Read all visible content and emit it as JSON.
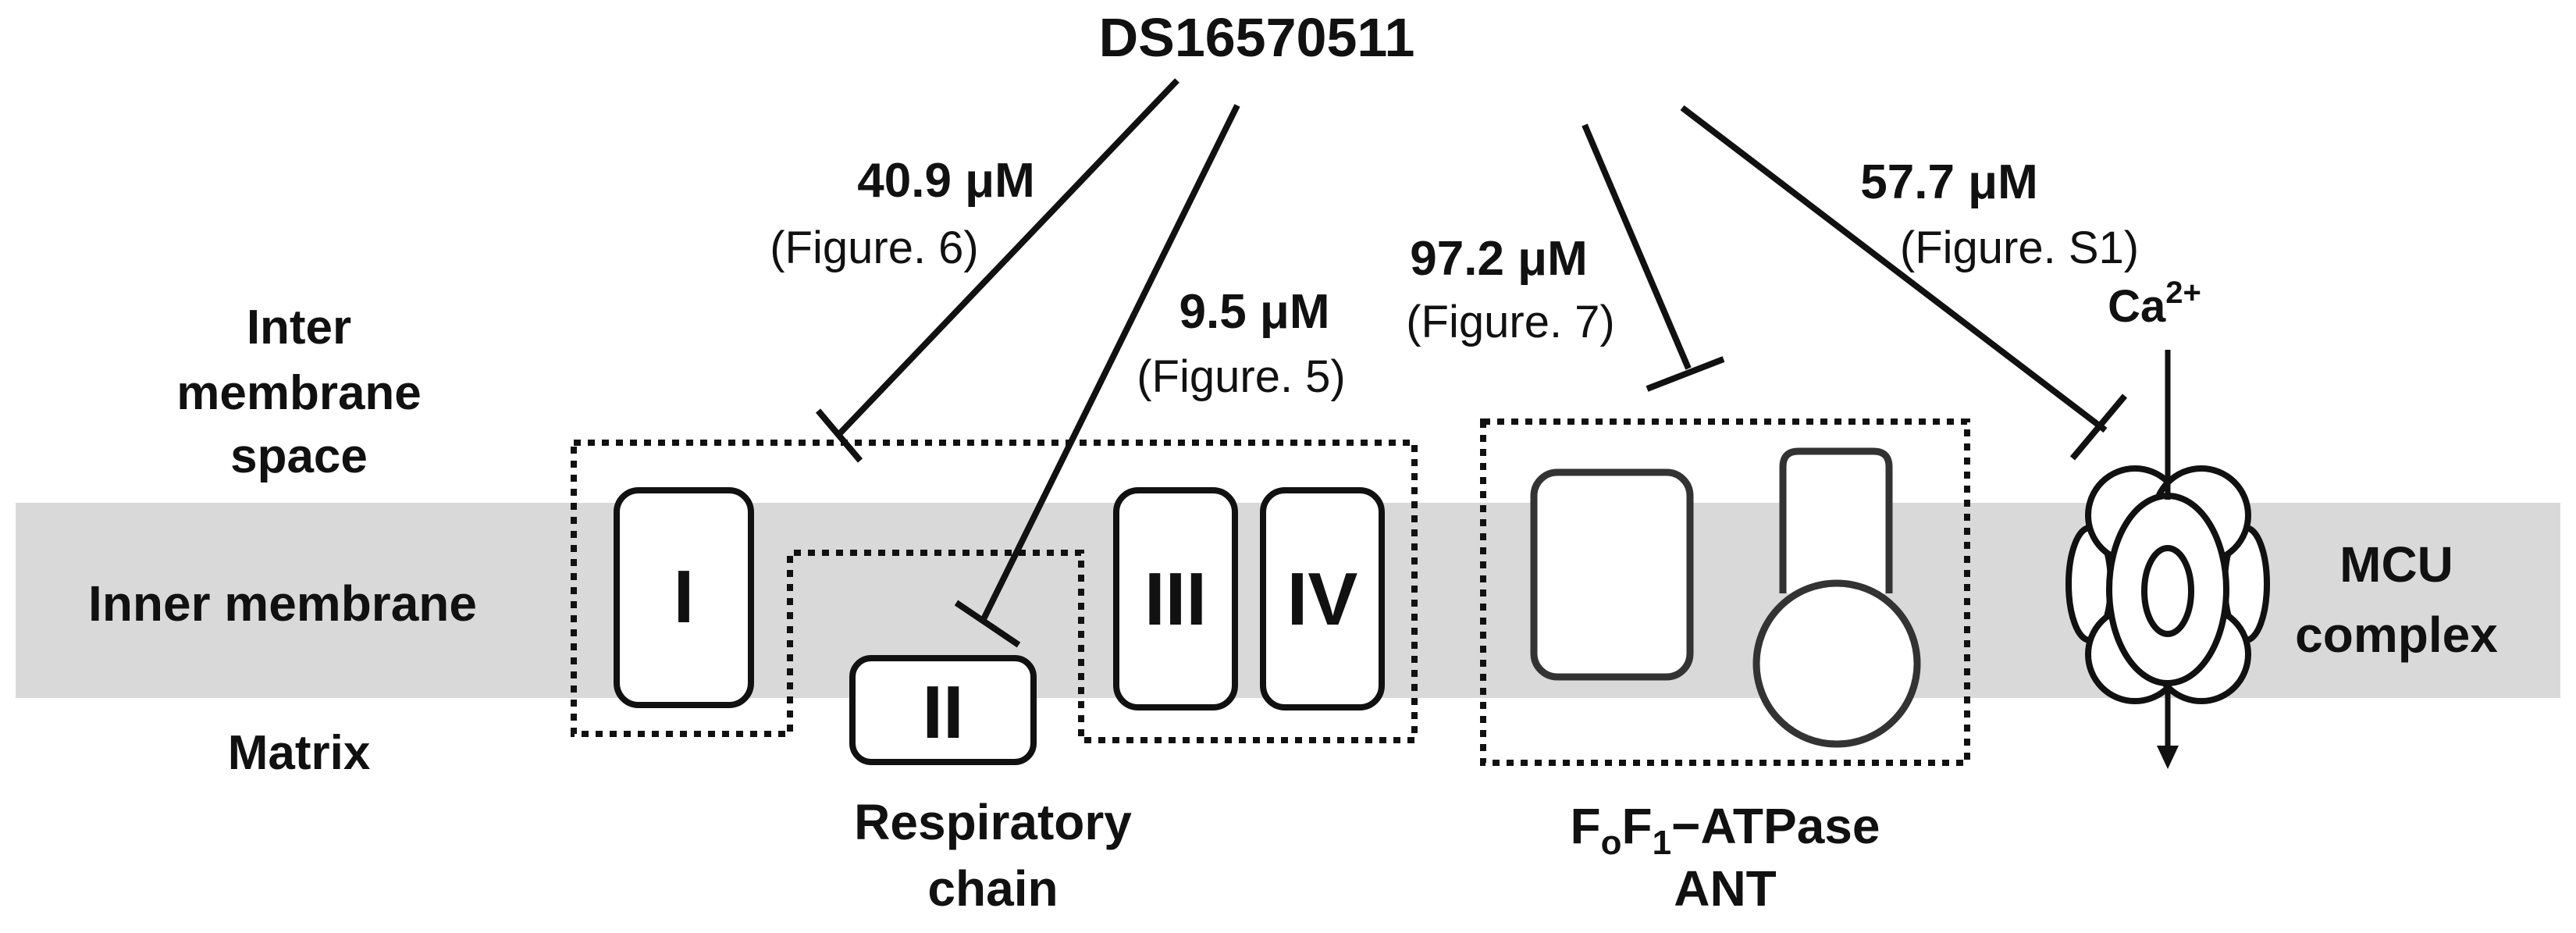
{
  "compound": "DS16570511",
  "compartments": {
    "intermembrane": [
      "Inter",
      "membrane",
      "space"
    ],
    "inner_membrane": "Inner membrane",
    "matrix": "Matrix"
  },
  "targets": {
    "respiratory_chain": {
      "label": [
        "Respiratory",
        "chain"
      ],
      "complexes": {
        "c1": "I",
        "c2": "II",
        "c3": "III",
        "c4": "IV"
      }
    },
    "atpase_ant": {
      "label_line1": {
        "f": "F",
        "o": "o",
        "f2": "F",
        "one": "1",
        "rest": "−ATPase"
      },
      "label_line2": "ANT"
    },
    "mcu": {
      "label": [
        "MCU",
        "complex"
      ],
      "ion": {
        "base": "Ca",
        "sup": "2+"
      }
    }
  },
  "inhibitions": {
    "complex_i": {
      "value": "40.9 μM",
      "ref": "(Figure. 6)"
    },
    "complex_ii": {
      "value": "9.5 μM",
      "ref": "(Figure. 5)"
    },
    "atpase_ant": {
      "value": "97.2 μM",
      "ref": "(Figure. 7)"
    },
    "mcu": {
      "value": "57.7 μM",
      "ref": "(Figure. S1)"
    }
  },
  "colors": {
    "membrane": "#d9d9d9",
    "ink": "#111111",
    "box_fill": "#ffffff"
  }
}
